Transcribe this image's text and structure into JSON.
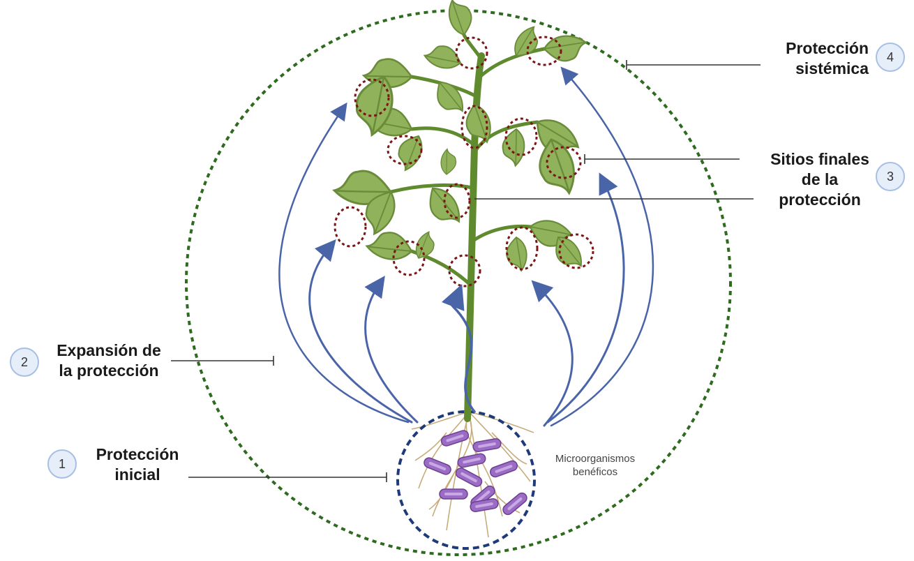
{
  "steps": [
    {
      "number": "1",
      "lines": [
        "Protección",
        "inicial"
      ]
    },
    {
      "number": "2",
      "lines": [
        "Expansión de",
        "la protección"
      ]
    },
    {
      "number": "3",
      "lines": [
        "Sitios finales",
        "de la",
        "protección"
      ]
    },
    {
      "number": "4",
      "lines": [
        "Protección",
        "sistémica"
      ]
    }
  ],
  "microbes_label": [
    "Microorganismos",
    "benéficos"
  ],
  "colors": {
    "outer_circle": "#2e6b1f",
    "root_circle": "#1e3a78",
    "arrows": "#4a64a8",
    "leaf": "#8fb25a",
    "leaf_dark": "#6a8c3a",
    "stem": "#5f8a2e",
    "infection_marks": "#7a1616",
    "bacteria": "#9b6cc4",
    "roots": "#c8ab7a",
    "leader_lines": "#333333"
  },
  "icons": [
    "leaf-icon",
    "bacteria-icon",
    "root-icon",
    "arrow-icon"
  ]
}
